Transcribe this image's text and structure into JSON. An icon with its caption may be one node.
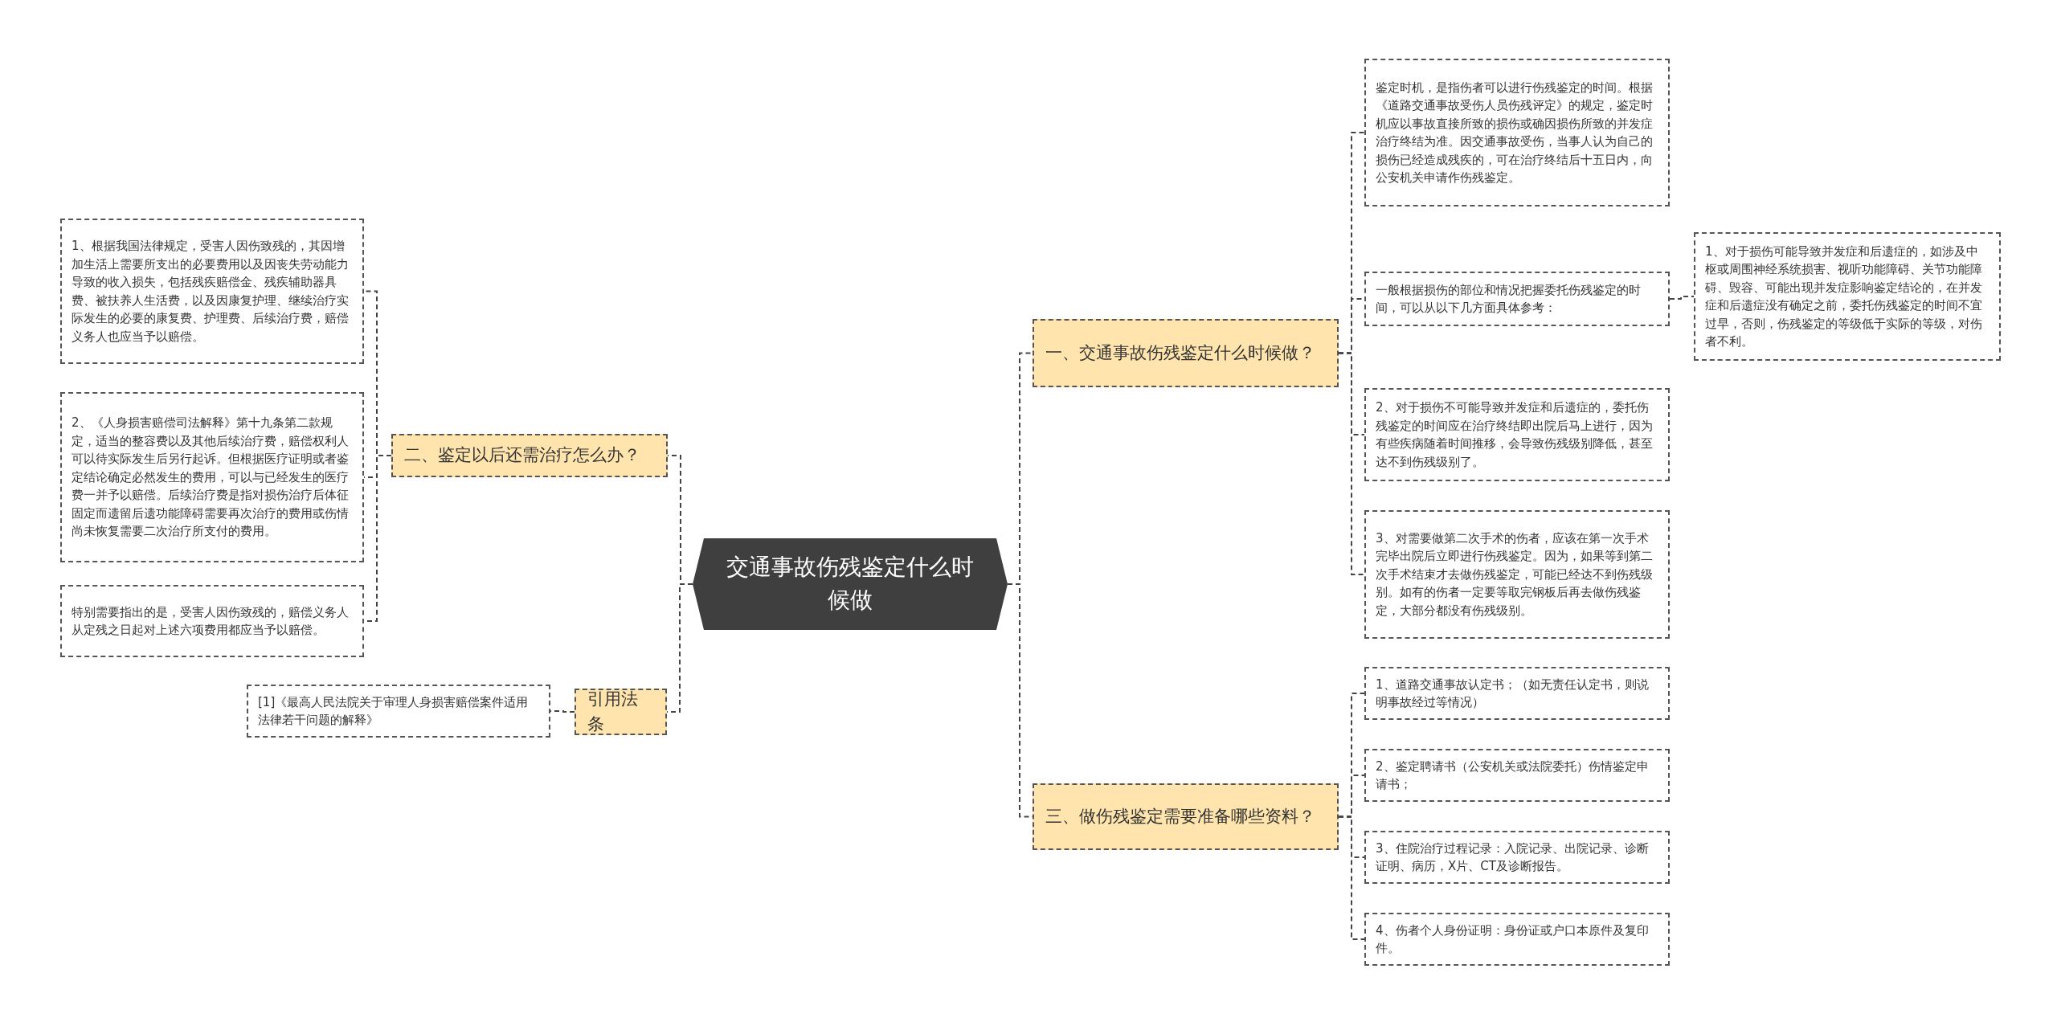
{
  "diagram": {
    "nodes": [
      {
        "text": [
          "交通事故伤残鉴定什么时候做"
        ]
      },
      {
        "text": [
          "一、交通事故伤残鉴定什么时候做？"
        ]
      },
      {
        "text": [
          "鉴定时机，是指伤者可以进行伤残鉴定的时间。根据《道路交通事故受伤人员伤残评定》的规定，鉴定时机应以事故直接所致的损伤或确因损伤所致的并发症治疗终结为准。因交通事故受伤，当事人认为自己的损伤已经造成残疾的，可在治疗终结后十五日内，向公安机关申请作伤残鉴定。"
        ]
      },
      {
        "text": [
          "一般根据损伤的部位和情况把握委托伤残鉴定的时间，可以从以下几方面具体参考："
        ]
      },
      {
        "text": [
          "1、对于损伤可能导致并发症和后遗症的，如涉及中枢或周围神经系统损害、视听功能障碍、关节功能障碍、毁容、可能出现并发症影响鉴定结论的，在并发症和后遗症没有确定之前，委托伤残鉴定的时间不宜过早，否则，伤残鉴定的等级低于实际的等级，对伤者不利。"
        ]
      },
      {
        "text": [
          "2、对于损伤不可能导致并发症和后遗症的，委托伤残鉴定的时间应在治疗终结即出院后马上进行，因为有些疾病随着时间推移，会导致伤残级别降低，甚至达不到伤残级别了。"
        ]
      },
      {
        "text": [
          "3、对需要做第二次手术的伤者，应该在第一次手术完毕出院后立即进行伤残鉴定。因为，如果等到第二次手术结束才去做伤残鉴定，可能已经达不到伤残级别。如有的伤者一定要等取完钢板后再去做伤残鉴定，大部分都没有伤残级别。"
        ]
      },
      {
        "text": [
          "三、做伤残鉴定需要准备哪些资料？"
        ]
      },
      {
        "text": [
          "1、道路交通事故认定书；（如无责任认定书，则说明事故经过等情况）"
        ]
      },
      {
        "text": [
          "2、鉴定聘请书（公安机关或法院委托）伤情鉴定申请书；"
        ]
      },
      {
        "text": [
          "3、住院治疗过程记录：入院记录、出院记录、诊断证明、病历，X片、CT及诊断报告。"
        ]
      },
      {
        "text": [
          "4、伤者个人身份证明：身份证或户口本原件及复印件。"
        ]
      },
      {
        "text": [
          "二、鉴定以后还需治疗怎么办？"
        ]
      },
      {
        "text": [
          "1、根据我国法律规定，受害人因伤致残的，其因增加生活上需要所支出的必要费用以及因丧失劳动能力导致的收入损失，包括残疾赔偿金、残疾辅助器具费、被扶养人生活费，以及因康复护理、继续治疗实际发生的必要的康复费、护理费、后续治疗费，赔偿义务人也应当予以赔偿。"
        ]
      },
      {
        "text": [
          "2、《人身损害赔偿司法解释》第十九条第二款规定，适当的整容费以及其他后续治疗费，赔偿权利人可以待实际发生后另行起诉。但根据医疗证明或者鉴定结论确定必然发生的费用，可以与已经发生的医疗费一并予以赔偿。后续治疗费是指对损伤治疗后体征固定而遗留后遗功能障碍需要再次治疗的费用或伤情尚未恢复需要二次治疗所支付的费用。"
        ]
      },
      {
        "text": [
          "特别需要指出的是，受害人因伤致残的，赔偿义务人从定残之日起对上述六项费用都应当予以赔偿。"
        ]
      },
      {
        "text": [
          "引用法条"
        ]
      },
      {
        "text": [
          "[1]《最高人民法院关于审理人身损害赔偿案件适用法律若干问题的解释》"
        ]
      }
    ],
    "edges": [
      {
        "from": 0,
        "to": 1,
        "arrow": "none"
      },
      {
        "from": 1,
        "to": 2,
        "arrow": "none"
      },
      {
        "from": 1,
        "to": 3,
        "arrow": "none"
      },
      {
        "from": 3,
        "to": 4,
        "arrow": "none"
      },
      {
        "from": 1,
        "to": 5,
        "arrow": "none"
      },
      {
        "from": 1,
        "to": 6,
        "arrow": "none"
      },
      {
        "from": 0,
        "to": 7,
        "arrow": "none"
      },
      {
        "from": 7,
        "to": 8,
        "arrow": "none"
      },
      {
        "from": 7,
        "to": 9,
        "arrow": "none"
      },
      {
        "from": 7,
        "to": 10,
        "arrow": "none"
      },
      {
        "from": 7,
        "to": 11,
        "arrow": "none"
      },
      {
        "from": 0,
        "to": 12,
        "arrow": "none"
      },
      {
        "from": 12,
        "to": 13,
        "arrow": "none"
      },
      {
        "from": 12,
        "to": 14,
        "arrow": "none"
      },
      {
        "from": 12,
        "to": 15,
        "arrow": "none"
      },
      {
        "from": 0,
        "to": 16,
        "arrow": "none"
      },
      {
        "from": 16,
        "to": 17,
        "arrow": "none"
      }
    ]
  }
}
